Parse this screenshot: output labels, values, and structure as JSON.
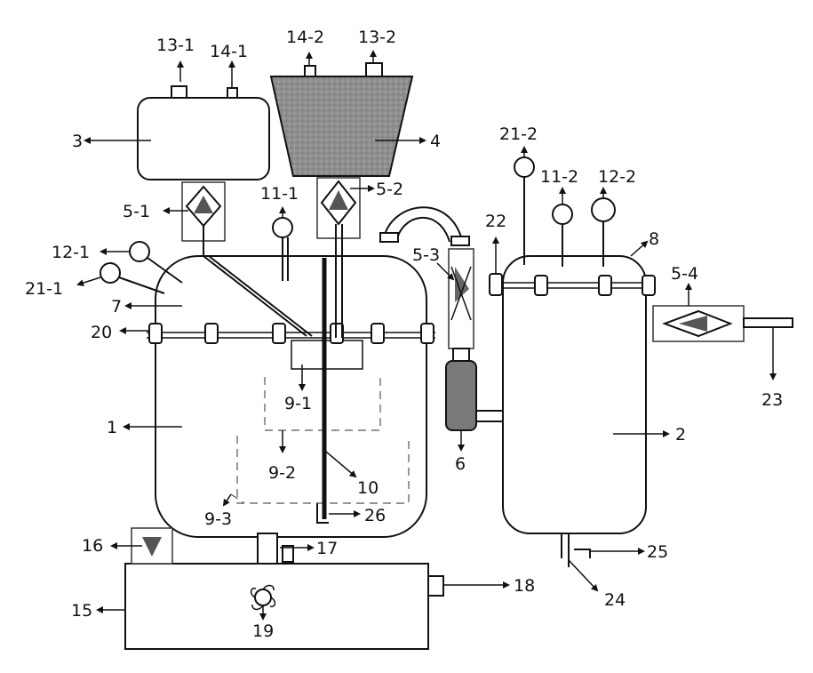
{
  "labels": {
    "l13_1": "13-1",
    "l14_1": "14-1",
    "l14_2": "14-2",
    "l13_2": "13-2",
    "l3": "3",
    "l4": "4",
    "l5_1": "5-1",
    "l5_2": "5-2",
    "l5_3": "5-3",
    "l5_4": "5-4",
    "l11_1": "11-1",
    "l11_2": "11-2",
    "l12_1": "12-1",
    "l12_2": "12-2",
    "l21_1": "21-1",
    "l21_2": "21-2",
    "l22": "22",
    "l8": "8",
    "l7": "7",
    "l20": "20",
    "l1": "1",
    "l2": "2",
    "l9_1": "9-1",
    "l9_2": "9-2",
    "l9_3": "9-3",
    "l10": "10",
    "l26": "26",
    "l6": "6",
    "l23": "23",
    "l16": "16",
    "l17": "17",
    "l18": "18",
    "l15": "15",
    "l19": "19",
    "l24": "24",
    "l25": "25"
  },
  "colors": {
    "line": "#111111",
    "hopper_fill": "#8e8e8e",
    "filter_body": "#7a7a7a"
  }
}
